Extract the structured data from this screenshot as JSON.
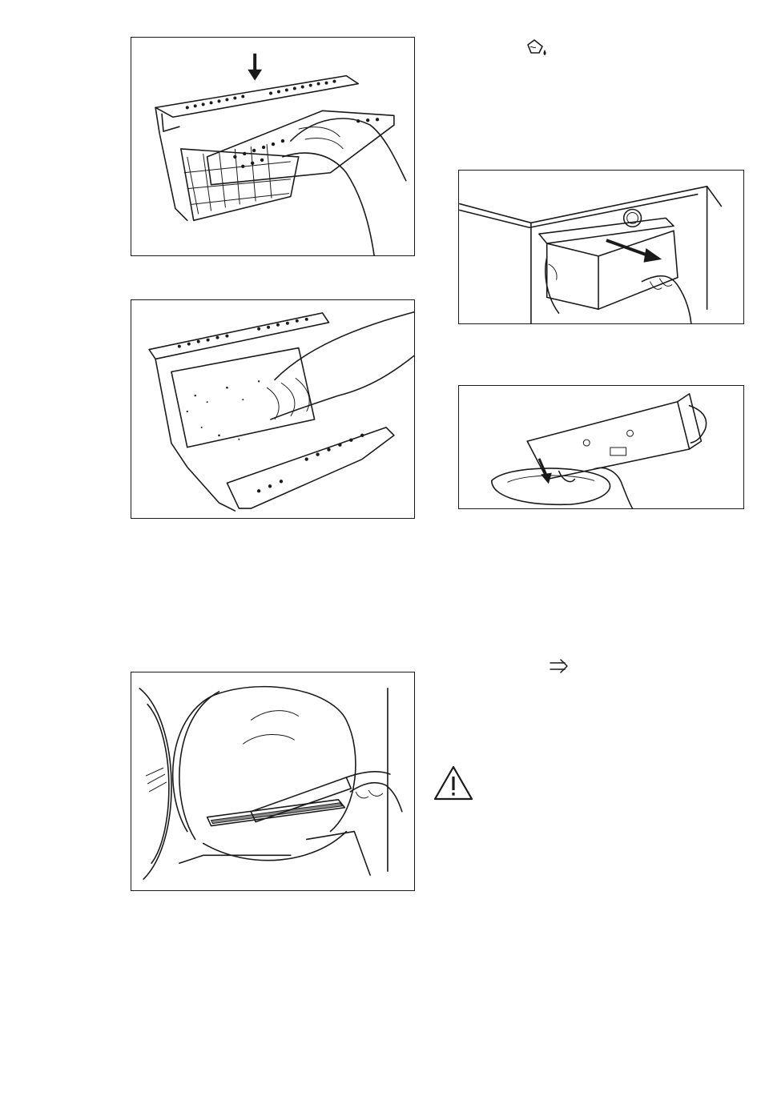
{
  "page": {
    "figures": [
      {
        "id": "insert-filter",
        "icon": "down-arrow-icon"
      },
      {
        "id": "clean-filter"
      },
      {
        "id": "pull-out-container",
        "icon": "pull-out-arrow-icon"
      },
      {
        "id": "empty-container",
        "icon": "pour-arrow-icon"
      },
      {
        "id": "vacuum-seal"
      }
    ],
    "symbols": [
      {
        "id": "water-container-symbol",
        "icon": "water-container-icon"
      },
      {
        "id": "airflow-symbol",
        "icon": "airflow-arrow-icon"
      },
      {
        "id": "warning-symbol",
        "icon": "warning-triangle-icon"
      }
    ]
  }
}
